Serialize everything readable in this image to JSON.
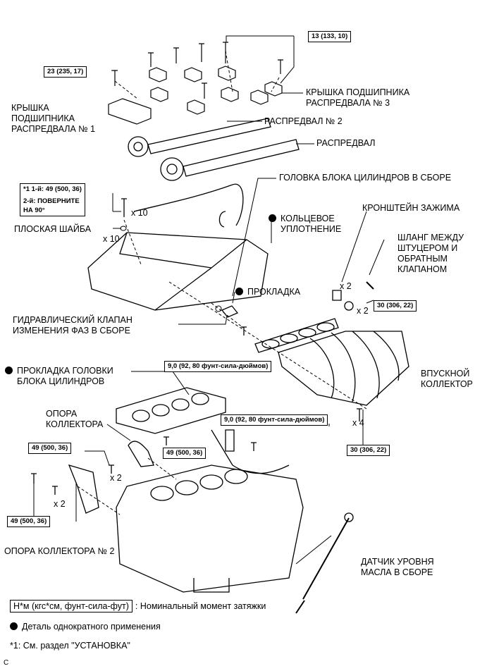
{
  "torque_boxes": {
    "t13": "13 (133, 10)",
    "t23": "23 (235, 17)",
    "t1_line1": "*1 1-й: 49 (500, 36)",
    "t1_line2": "2-й: ПОВЕРНИТЕ",
    "t1_line3": "НА 90°",
    "t30a": "30 (306, 22)",
    "t9a": "9,0 (92, 80 фунт-сила-дюймов)",
    "t9b": "9,0 (92, 80 фунт-сила-дюймов)",
    "t30b": "30 (306, 22)",
    "t49a": "49 (500, 36)",
    "t49b": "49 (500, 36)",
    "t49c": "49 (500, 36)"
  },
  "labels": {
    "cap3_l1": "КРЫШКА ПОДШИПНИКА",
    "cap3_l2": "РАСПРЕДВАЛА № 3",
    "cap1_l1": "КРЫШКА",
    "cap1_l2": "ПОДШИПНИКА",
    "cap1_l3": "РАСПРЕДВАЛА № 1",
    "cam2": "РАСПРЕДВАЛ № 2",
    "cam": "РАСПРЕДВАЛ",
    "head": "ГОЛОВКА БЛОКА ЦИЛИНДРОВ В СБОРЕ",
    "oring_l1": "КОЛЬЦЕВОЕ",
    "oring_l2": "УПЛОТНЕНИЕ",
    "clamp": "КРОНШТЕЙН ЗАЖИМА",
    "washer": "ПЛОСКАЯ ШАЙБА",
    "hose_l1": "ШЛАНГ МЕЖДУ",
    "hose_l2": "ШТУЦЕРОМ И",
    "hose_l3": "ОБРАТНЫМ",
    "hose_l4": "КЛАПАНОМ",
    "gasket": "ПРОКЛАДКА",
    "ocv_l1": "ГИДРАВЛИЧЕСКИЙ КЛАПАН",
    "ocv_l2": "ИЗМЕНЕНИЯ ФАЗ В СБОРЕ",
    "headgasket_l1": "ПРОКЛАДКА ГОЛОВКИ",
    "headgasket_l2": "БЛОКА ЦИЛИНДРОВ",
    "intake_l1": "ВПУСКНОЙ",
    "intake_l2": "КОЛЛЕКТОР",
    "stay_l1": "ОПОРА",
    "stay_l2": "КОЛЛЕКТОРА",
    "stay2": "ОПОРА КОЛЛЕКТОРА № 2",
    "dipstick_l1": "ДАТЧИК УРОВНЯ",
    "dipstick_l2": "МАСЛА В СБОРЕ"
  },
  "multipliers": {
    "x10a": "x 10",
    "x10b": "x 10",
    "x2a": "x 2",
    "x2b": "x 2",
    "x4": "x 4",
    "x2c": "x 2",
    "x2d": "x 2"
  },
  "legend": {
    "torque_unit": "Н*м (кгс*см, фунт-сила-фут)",
    "torque_desc": ": Номинальный момент затяжки",
    "single_use": "Деталь однократного применения",
    "note": "*1: См. раздел \"УСТАНОВКА\"",
    "corner": "C"
  }
}
